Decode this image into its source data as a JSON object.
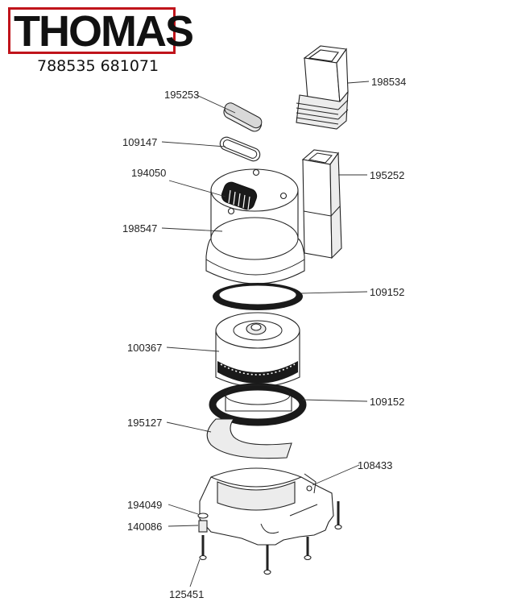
{
  "brand": {
    "name": "THOMAS",
    "color": "#c0141b"
  },
  "document_number": "788535 681071",
  "parts": [
    {
      "id": "198534",
      "component": "connector-plug"
    },
    {
      "id": "195253",
      "component": "cap"
    },
    {
      "id": "109147",
      "component": "o-ring"
    },
    {
      "id": "194050",
      "component": "grille"
    },
    {
      "id": "195252",
      "component": "connector-housing"
    },
    {
      "id": "198547",
      "component": "motor-housing"
    },
    {
      "id": "109152",
      "component": "seal-ring-upper"
    },
    {
      "id": "100367",
      "component": "motor"
    },
    {
      "id": "109152",
      "component": "seal-ring-lower"
    },
    {
      "id": "195127",
      "component": "gasket"
    },
    {
      "id": "108433",
      "component": "base-housing"
    },
    {
      "id": "194049",
      "component": "washer"
    },
    {
      "id": "140086",
      "component": "spacer"
    },
    {
      "id": "125451",
      "component": "screw"
    }
  ]
}
